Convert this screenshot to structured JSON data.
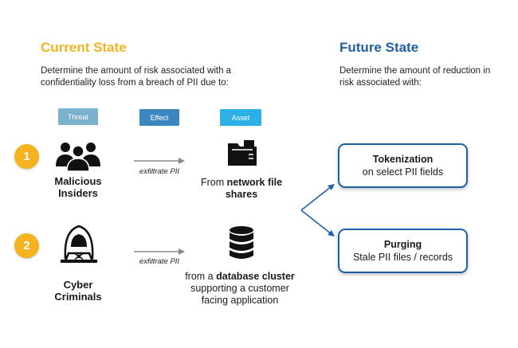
{
  "current": {
    "title": "Current State",
    "description": "Determine the amount of risk associated with a confidentiality loss from a breach of PII due to:"
  },
  "future": {
    "title": "Future State",
    "description": "Determine the amount of reduction in risk associated with:"
  },
  "headers": {
    "threat": "Threat",
    "effect": "Effect",
    "asset": "Asset"
  },
  "rows": [
    {
      "number": "1",
      "actor_line1": "Malicious",
      "actor_line2": "Insiders",
      "effect": "exfiltrate PII",
      "asset_prefix": "From ",
      "asset_bold": "network file shares",
      "asset_suffix": "",
      "icon": "people-group-icon",
      "asset_icon": "folder-icon"
    },
    {
      "number": "2",
      "actor_line1": "Cyber",
      "actor_line2": "Criminals",
      "effect": "exfiltrate PII",
      "asset_prefix": "from a ",
      "asset_bold": "database cluster",
      "asset_suffix": " supporting a customer facing application",
      "icon": "hacker-icon",
      "asset_icon": "database-icon"
    }
  ],
  "outcomes": [
    {
      "title": "Tokenization",
      "subtitle": "on select PII fields"
    },
    {
      "title": "Purging",
      "subtitle": "Stale PII files / records"
    }
  ],
  "colors": {
    "accent_yellow": "#f5b320",
    "accent_blue": "#1f5fa8",
    "threat_pill": "#7ab1cc",
    "effect_pill": "#3d87c1",
    "asset_pill": "#2db0e5"
  }
}
